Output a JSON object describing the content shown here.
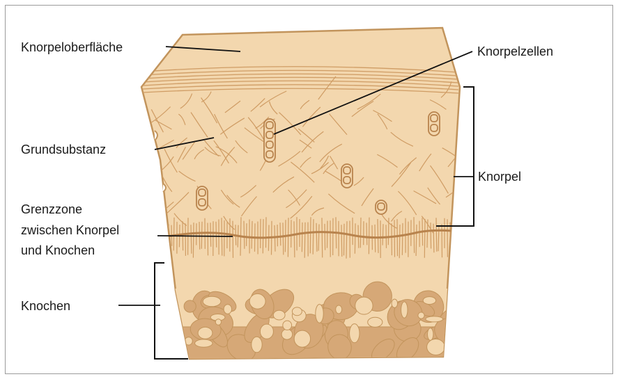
{
  "labels": {
    "surface": "Knorpeloberfläche",
    "cells": "Knorpelzellen",
    "matrix": "Grundsubstanz",
    "cartilage": "Knorpel",
    "border_line1": "Grenzzone",
    "border_line2": "zwischen Knorpel",
    "border_line3": "und Knochen",
    "bone": "Knochen"
  },
  "colors": {
    "tissue_fill": "#f3d7ae",
    "tissue_outline": "#c2945c",
    "fiber": "#cf9c64",
    "bone_fill": "#d6a877",
    "leader": "#111111"
  }
}
